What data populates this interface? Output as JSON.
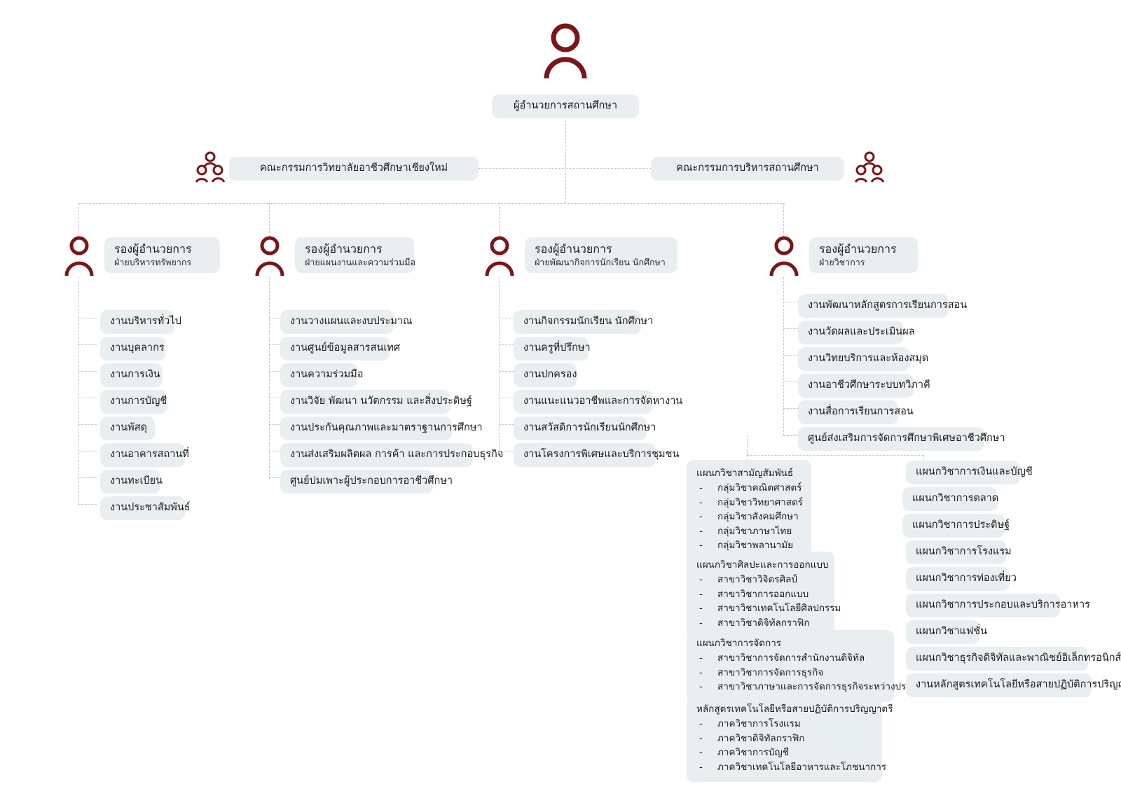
{
  "theme": {
    "box_bg": "#e9eef0",
    "icon_color": "#7a1519",
    "line_color": "#b3b9bb",
    "text_color": "#1b1b1b"
  },
  "director": {
    "label": "ผู้อำนวยการสถานศึกษา",
    "icon": "person-icon"
  },
  "committees": [
    {
      "label": "คณะกรรมการวิทยาลัยอาชีวศึกษาเชียงใหม่",
      "icon": "people-group-icon"
    },
    {
      "label": "คณะกรรมการบริหารสถานศึกษา",
      "icon": "people-group-icon"
    }
  ],
  "deputies": [
    {
      "role": "รองผู้อำนวยการ",
      "division": "ฝ่ายบริหารทรัพยากร",
      "icon": "person-icon",
      "items": [
        "งานบริหารทั่วไป",
        "งานบุคลากร",
        "งานการเงิน",
        "งานการบัญชี",
        "งานพัสดุ",
        "งานอาคารสถานที่",
        "งานทะเบียน",
        "งานประชาสัมพันธ์"
      ]
    },
    {
      "role": "รองผู้อำนวยการ",
      "division": "ฝ่ายแผนงานและความร่วมมือ",
      "icon": "person-icon",
      "items": [
        "งานวางแผนและงบประมาณ",
        "งานศูนย์ข้อมูลสารสนเทศ",
        "งานความร่วมมือ",
        "งานวิจัย พัฒนา นวัตกรรม และสิ่งประดิษฐ์",
        "งานประกันคุณภาพและมาตราฐานการศึกษา",
        "งานส่งเสริมผลิตผล การค้า และการประกอบธุรกิจ",
        "ศูนย์บ่มเพาะผู้ประกอบการอาชีวศึกษา"
      ]
    },
    {
      "role": "รองผู้อำนวยการ",
      "division": "ฝ่ายพัฒนากิจการนักเรียน นักศึกษา",
      "icon": "person-icon",
      "items": [
        "งานกิจกรรมนักเรียน นักศึกษา",
        "งานครูที่ปรึกษา",
        "งานปกครอง",
        "งานแนะแนวอาชีพและการจัดหางาน",
        "งานสวัสดิการนักเรียนนักศึกษา",
        "งานโครงการพิเศษและบริการชุมชน"
      ]
    },
    {
      "role": "รองผู้อำนวยการ",
      "division": "ฝ่ายวิชาการ",
      "icon": "person-icon",
      "items": [
        "งานพัฒนาหลักสูตรการเรียนการสอน",
        "งานวัดผลและประเมินผล",
        "งานวิทยบริการและห้องสมุด",
        "งานอาชีวศึกษาระบบทวิภาคี",
        "งานสื่อการเรียนการสอน",
        "ศูนย์ส่งเสริมการจัดการศึกษาพิเศษอาชีวศึกษา"
      ]
    }
  ],
  "department_groups": [
    {
      "title": "แผนกวิชาสามัญสัมพันธ์",
      "children": [
        "กลุ่มวิชาคณิตศาสตร์",
        "กลุ่มวิชาวิทยาศาสตร์",
        "กลุ่มวิชาสังคมศึกษา",
        "กลุ่มวิชาภาษาไทย",
        "กลุ่มวิชาพลานามัย"
      ]
    },
    {
      "title": "แผนกวิชาศิลปะและการออกแบบ",
      "children": [
        "สาขาวิชาวิจิตรศิลป์",
        "สาขาวิชาการออกแบบ",
        "สาขาวิชาเทคโนโลยีศิลปกรรม",
        "สาขาวิชาดิจิทัลกราฟิก"
      ]
    },
    {
      "title": "แผนกวิชาการจัดการ",
      "children": [
        "สาขาวิชาการจัดการสำนักงานดิจิทัล",
        "สาขาวิชาการจัดการธุรกิจ",
        "สาขาวิชาภาษาและการจัดการธุรกิจระหว่างประเทศ"
      ]
    },
    {
      "title": "หลักสูตรเทคโนโลยีหรือสายปฏิบัติการปริญญาตรี",
      "children": [
        "ภาควิชาการโรงแรม",
        "ภาควิชาดิจิทัลกราฟิก",
        "ภาควิชาการบัญชี",
        "ภาควิชาเทคโนโลยีอาหารและโภชนาการ"
      ]
    }
  ],
  "department_single": [
    "แผนกวิชาการเงินและบัญชี",
    "แผนกวิชาการตลาด",
    "แผนกวิชาการประดิษฐ์",
    "แผนกวิชาการโรงแรม",
    "แผนกวิชาการท่องเที่ยว",
    "แผนกวิชาการประกอบและบริการอาหาร",
    "แผนกวิชาแฟชั่น",
    "แผนกวิชาธุรกิจดิจิทัลและพาณิชย์อิเล็กทรอนิกส์",
    "งานหลักสูตรเทคโนโลยีหรือสายปฏิบัติการปริญญาตรี"
  ]
}
